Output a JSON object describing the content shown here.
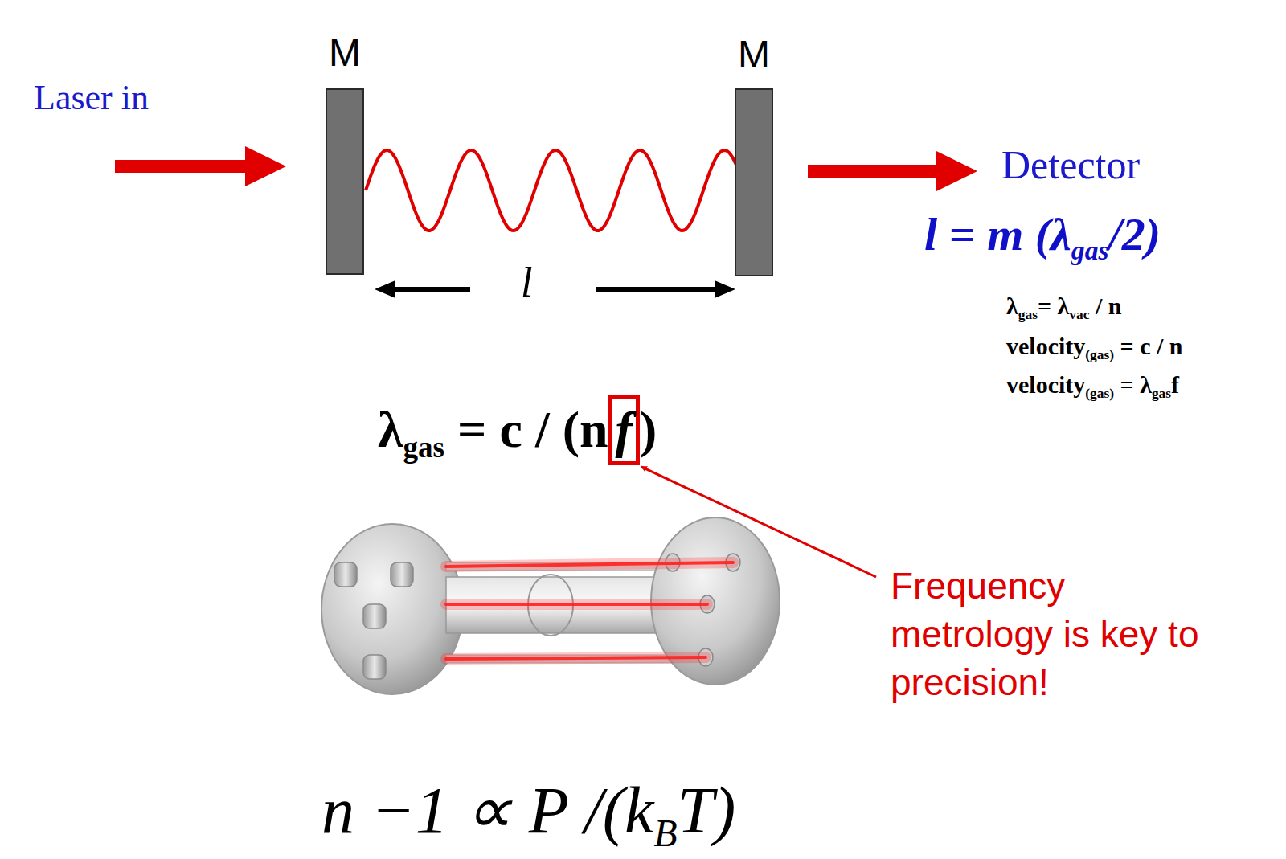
{
  "diagram": {
    "nodes": [
      {
        "text": [
          "M"
        ]
      },
      {
        "text": [
          "M"
        ]
      }
    ],
    "labels": [
      "Laser in",
      "l",
      "Detector",
      "l = m (λ",
      "gas",
      "/2)",
      "λ",
      "gas",
      "= λ",
      "vac",
      " / n",
      "velocity",
      "(gas)",
      " = c / n",
      "velocity",
      "(gas)",
      " = λ",
      "gas",
      "f",
      "λ",
      "gas",
      " = c / (n",
      "f",
      ")",
      "n −1 ∝ P /(k",
      "B",
      "T)",
      "Frequency metrology is key to precision!"
    ]
  }
}
